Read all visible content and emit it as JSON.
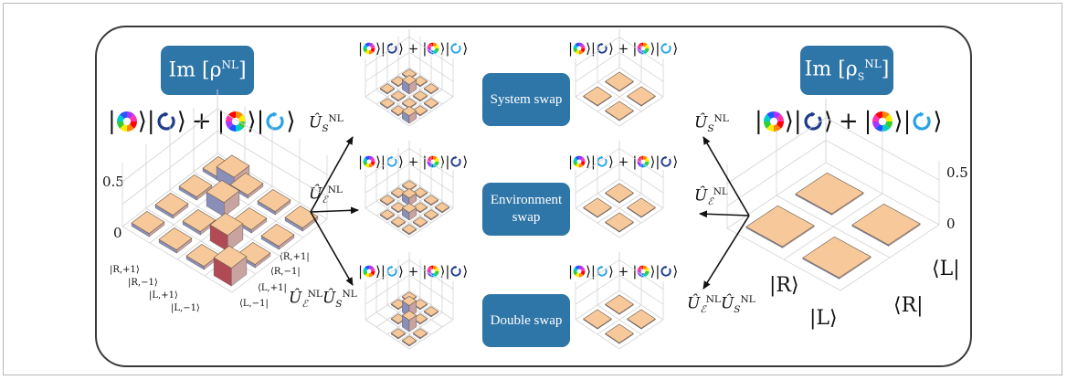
{
  "left_plot": {
    "title": "Im [ρ",
    "title_sup": "NL",
    "title_close": "]",
    "state_plus": "+",
    "y_ticks": [
      "0.5",
      "0"
    ],
    "row_labels": [
      "|R,+1⟩",
      "|R,−1⟩",
      "|L,+1⟩",
      "|L,−1⟩"
    ],
    "col_labels": [
      "⟨R,+1|",
      "⟨R,−1|",
      "⟨L,+1|",
      "⟨L,−1|"
    ]
  },
  "right_plot": {
    "title": "Im [ρ",
    "title_sub": "S",
    "title_sup": "NL",
    "title_close": "]",
    "state_plus": "+",
    "y_ticks": [
      "0.5",
      "0"
    ],
    "row_labels": [
      "|R⟩",
      "|L⟩"
    ],
    "col_labels": [
      "⟨L|",
      "⟨R|"
    ]
  },
  "operators": {
    "system": {
      "U": "Û",
      "sub": "S",
      "sup": "NL"
    },
    "environment": {
      "U": "Û",
      "sub": "ℰ",
      "sup": "NL"
    },
    "double": {
      "U1": "Û",
      "sub1": "ℰ",
      "sup1": "NL",
      "U2": "Û",
      "sub2": "S",
      "sup2": "NL"
    }
  },
  "swaps": [
    {
      "label": "System swap"
    },
    {
      "label": "Environment swap"
    },
    {
      "label": "Double swap"
    }
  ],
  "small_plus": "+",
  "colors": {
    "box_blue": "#2e75a8",
    "bar_top": "#f7c99a",
    "bar_side_blue": "#8a8fb8",
    "bar_side_red": "#b04a55",
    "spiral_dark": "#1f3c8c",
    "spiral_light": "#2aa3e6"
  },
  "icons": [
    "vortex-rainbow-icon",
    "spiral-dark-blue-icon",
    "spiral-light-blue-icon"
  ]
}
